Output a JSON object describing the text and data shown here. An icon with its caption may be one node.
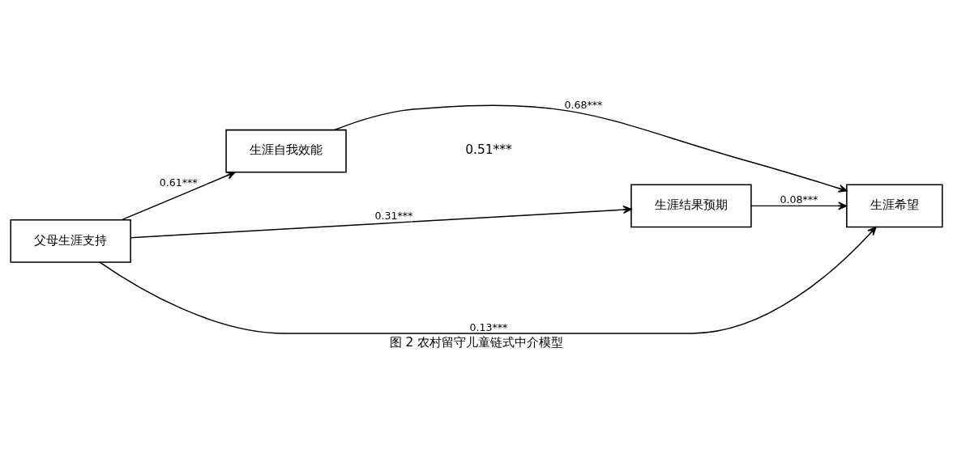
{
  "diagram": {
    "caption": "图 2 农村留守儿童链式中介模型",
    "nodes": [
      {
        "text": [
          "生涯自我效能"
        ]
      },
      {
        "text": [
          "生涯结果预期"
        ]
      },
      {
        "text": [
          "父母生涯支持"
        ]
      },
      {
        "text": [
          "生涯希望"
        ]
      }
    ],
    "edges": [
      {
        "from": 2,
        "to": 0,
        "arrow": "to",
        "label": "0.61***"
      },
      {
        "from": 2,
        "to": 1,
        "arrow": "to",
        "label": "0.31***"
      },
      {
        "from": 0,
        "to": 3,
        "arrow": "to",
        "label": "0.68***"
      },
      {
        "from": 1,
        "to": 3,
        "arrow": "to",
        "label": "0.08***"
      },
      {
        "from": 2,
        "to": 3,
        "arrow": "to",
        "label": "0.13***"
      }
    ],
    "labels": [
      "0.51***"
    ]
  }
}
